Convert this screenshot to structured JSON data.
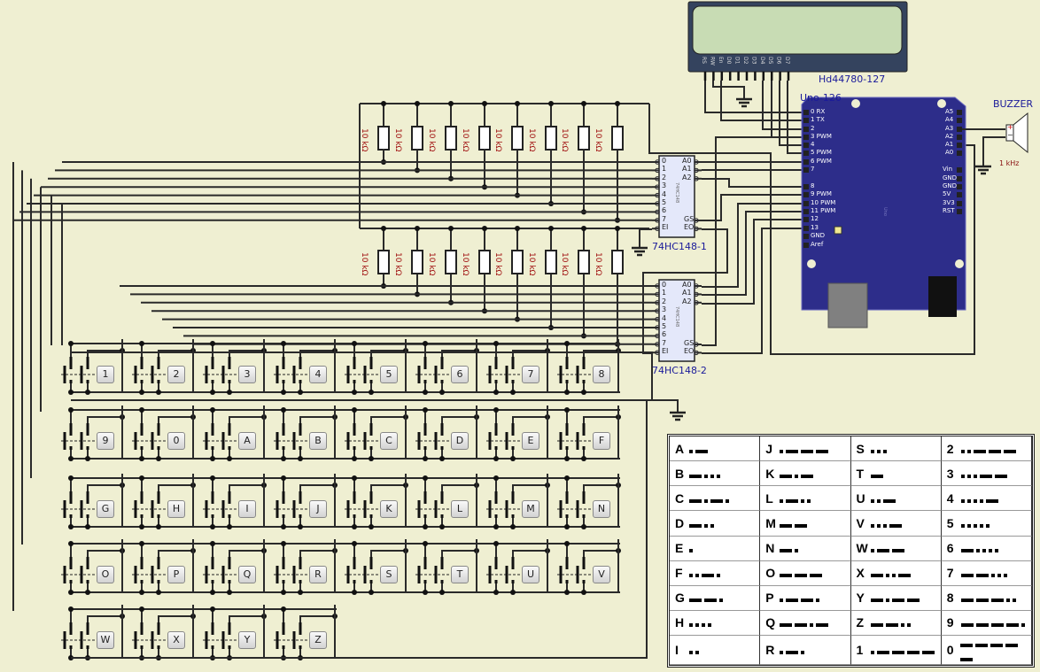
{
  "lcd": {
    "label": "Hd44780-127",
    "pins": [
      "RS",
      "RW",
      "En",
      "D0",
      "D1",
      "D2",
      "D3",
      "D4",
      "D5",
      "D6",
      "D7"
    ],
    "screen_color": "#c8dcb4",
    "body_color": "#34435e"
  },
  "arduino": {
    "label": "Uno-126",
    "board_text": "Uno",
    "color": "#2d2d8a",
    "left_pins_top": [
      "0  RX",
      "1  TX",
      "2",
      "3  PWM",
      "4",
      "5  PWM",
      "6  PWM",
      "7"
    ],
    "left_pins_bottom": [
      "8",
      "9  PWM",
      "10  PWM",
      "11  PWM",
      "12",
      "13",
      "GND",
      "Aref"
    ],
    "right_pins_top": [
      "A5",
      "A4",
      "A3",
      "A2",
      "A1",
      "A0"
    ],
    "right_pins_bottom": [
      "Vin",
      "GND",
      "GND",
      "5V",
      "3V3",
      "RST"
    ]
  },
  "buzzer": {
    "label": "BUZZER",
    "frequency": "1 kHz",
    "plus": "+",
    "minus": "−"
  },
  "encoders": [
    {
      "label": "74HC148-1",
      "inner": "74HC148"
    },
    {
      "label": "74HC148-2",
      "inner": "74HC148"
    }
  ],
  "encoder_pins": {
    "left": [
      "0",
      "1",
      "2",
      "3",
      "4",
      "5",
      "6",
      "7",
      "EI"
    ],
    "right_top": [
      "A0",
      "A1",
      "A2"
    ],
    "right_bottom": [
      "GS",
      "EO"
    ]
  },
  "resistor_value": "10 kΩ",
  "buttons": [
    [
      "1",
      "2",
      "3",
      "4",
      "5",
      "6",
      "7",
      "8"
    ],
    [
      "9",
      "0",
      "A",
      "B",
      "C",
      "D",
      "E",
      "F"
    ],
    [
      "G",
      "H",
      "I",
      "J",
      "K",
      "L",
      "M",
      "N"
    ],
    [
      "O",
      "P",
      "Q",
      "R",
      "S",
      "T",
      "U",
      "V"
    ],
    [
      "W",
      "X",
      "Y",
      "Z"
    ]
  ],
  "morse_table": [
    [
      {
        "c": "A",
        "m": ".-"
      },
      {
        "c": "J",
        "m": ".---"
      },
      {
        "c": "S",
        "m": "..."
      },
      {
        "c": "2",
        "m": "..---"
      }
    ],
    [
      {
        "c": "B",
        "m": "-..."
      },
      {
        "c": "K",
        "m": "-.-"
      },
      {
        "c": "T",
        "m": "-"
      },
      {
        "c": "3",
        "m": "...--"
      }
    ],
    [
      {
        "c": "C",
        "m": "-.-."
      },
      {
        "c": "L",
        "m": ".-.."
      },
      {
        "c": "U",
        "m": "..-"
      },
      {
        "c": "4",
        "m": "....-"
      }
    ],
    [
      {
        "c": "D",
        "m": "-.."
      },
      {
        "c": "M",
        "m": "--"
      },
      {
        "c": "V",
        "m": "...-"
      },
      {
        "c": "5",
        "m": "....."
      }
    ],
    [
      {
        "c": "E",
        "m": "."
      },
      {
        "c": "N",
        "m": "-."
      },
      {
        "c": "W",
        "m": ".--"
      },
      {
        "c": "6",
        "m": "-...."
      }
    ],
    [
      {
        "c": "F",
        "m": "..-."
      },
      {
        "c": "O",
        "m": "---"
      },
      {
        "c": "X",
        "m": "-..-"
      },
      {
        "c": "7",
        "m": "--..."
      }
    ],
    [
      {
        "c": "G",
        "m": "--."
      },
      {
        "c": "P",
        "m": ".--."
      },
      {
        "c": "Y",
        "m": "-.--"
      },
      {
        "c": "8",
        "m": "---.."
      }
    ],
    [
      {
        "c": "H",
        "m": "...."
      },
      {
        "c": "Q",
        "m": "--.-"
      },
      {
        "c": "Z",
        "m": "--.."
      },
      {
        "c": "9",
        "m": "----."
      }
    ],
    [
      {
        "c": "I",
        "m": ".."
      },
      {
        "c": "R",
        "m": ".-."
      },
      {
        "c": "1",
        "m": ".----"
      },
      {
        "c": "0",
        "m": "-----"
      }
    ]
  ]
}
